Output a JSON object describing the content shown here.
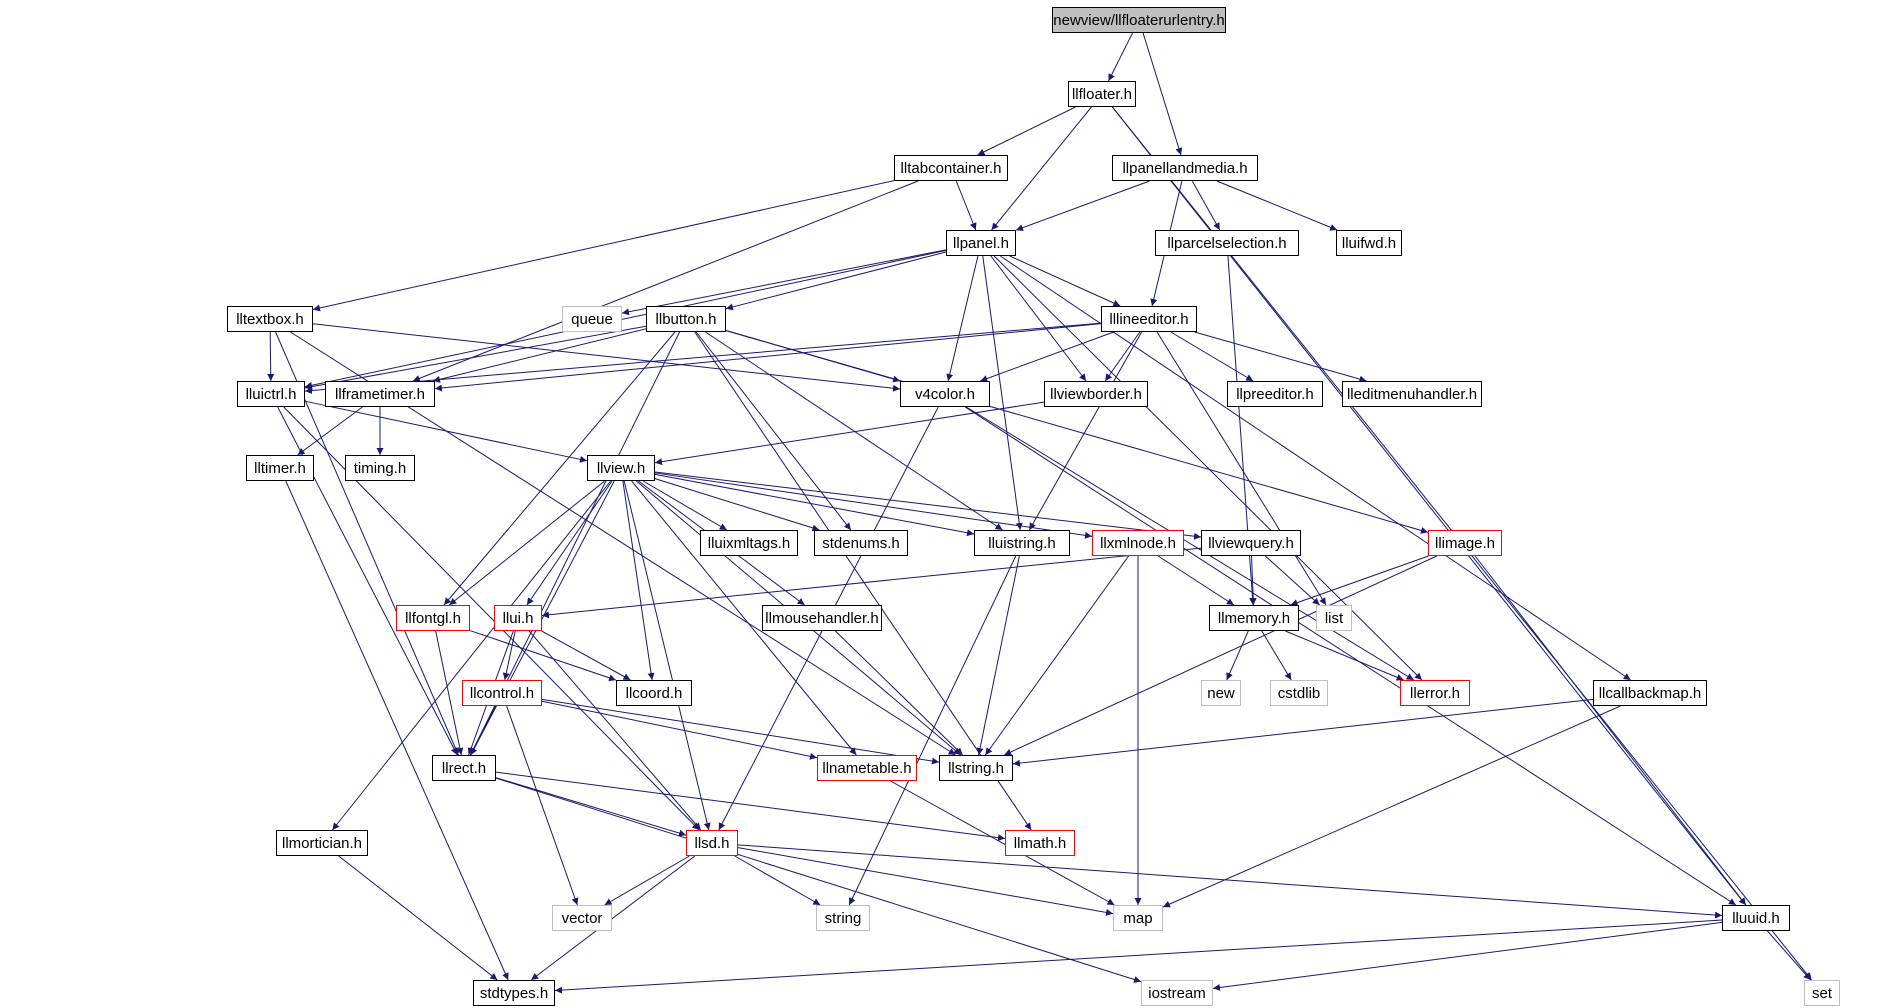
{
  "graph": {
    "edge_color": "#191970",
    "nodes": [
      {
        "id": "llfloaterurlentry",
        "label": "newview/llfloaterurlentry.h",
        "style": "root"
      },
      {
        "id": "llfloater",
        "label": "llfloater.h",
        "style": "black"
      },
      {
        "id": "lltabcontainer",
        "label": "lltabcontainer.h",
        "style": "black"
      },
      {
        "id": "llpanellandmedia",
        "label": "llpanellandmedia.h",
        "style": "black"
      },
      {
        "id": "llpanel",
        "label": "llpanel.h",
        "style": "black"
      },
      {
        "id": "llparcelselection",
        "label": "llparcelselection.h",
        "style": "black"
      },
      {
        "id": "lluifwd",
        "label": "lluifwd.h",
        "style": "black"
      },
      {
        "id": "lltextbox",
        "label": "lltextbox.h",
        "style": "black"
      },
      {
        "id": "queue",
        "label": "queue",
        "style": "gray"
      },
      {
        "id": "llbutton",
        "label": "llbutton.h",
        "style": "black"
      },
      {
        "id": "lllineeditor",
        "label": "lllineeditor.h",
        "style": "black"
      },
      {
        "id": "lluictrl",
        "label": "lluictrl.h",
        "style": "black"
      },
      {
        "id": "llframetimer",
        "label": "llframetimer.h",
        "style": "black"
      },
      {
        "id": "v4color",
        "label": "v4color.h",
        "style": "black"
      },
      {
        "id": "llviewborder",
        "label": "llviewborder.h",
        "style": "black"
      },
      {
        "id": "llpreeditor",
        "label": "llpreeditor.h",
        "style": "black"
      },
      {
        "id": "lleditmenuhandler",
        "label": "lleditmenuhandler.h",
        "style": "black"
      },
      {
        "id": "lltimer",
        "label": "lltimer.h",
        "style": "black"
      },
      {
        "id": "timing",
        "label": "timing.h",
        "style": "black"
      },
      {
        "id": "llview",
        "label": "llview.h",
        "style": "black"
      },
      {
        "id": "lluixmltags",
        "label": "lluixmltags.h",
        "style": "black"
      },
      {
        "id": "stdenums",
        "label": "stdenums.h",
        "style": "black"
      },
      {
        "id": "lluistring",
        "label": "lluistring.h",
        "style": "black"
      },
      {
        "id": "llxmlnode",
        "label": "llxmlnode.h",
        "style": "red"
      },
      {
        "id": "llviewquery",
        "label": "llviewquery.h",
        "style": "black"
      },
      {
        "id": "llimage",
        "label": "llimage.h",
        "style": "red"
      },
      {
        "id": "llfontgl",
        "label": "llfontgl.h",
        "style": "red"
      },
      {
        "id": "llui",
        "label": "llui.h",
        "style": "red"
      },
      {
        "id": "llmousehandler",
        "label": "llmousehandler.h",
        "style": "black"
      },
      {
        "id": "llmemory",
        "label": "llmemory.h",
        "style": "black"
      },
      {
        "id": "list",
        "label": "list",
        "style": "gray"
      },
      {
        "id": "llcontrol",
        "label": "llcontrol.h",
        "style": "red"
      },
      {
        "id": "llcoord",
        "label": "llcoord.h",
        "style": "black"
      },
      {
        "id": "new",
        "label": "new",
        "style": "gray"
      },
      {
        "id": "cstdlib",
        "label": "cstdlib",
        "style": "gray"
      },
      {
        "id": "llerror",
        "label": "llerror.h",
        "style": "red"
      },
      {
        "id": "llcallbackmap",
        "label": "llcallbackmap.h",
        "style": "black"
      },
      {
        "id": "llrect",
        "label": "llrect.h",
        "style": "black"
      },
      {
        "id": "llnametable",
        "label": "llnametable.h",
        "style": "red"
      },
      {
        "id": "llstring",
        "label": "llstring.h",
        "style": "black"
      },
      {
        "id": "llmortician",
        "label": "llmortician.h",
        "style": "black"
      },
      {
        "id": "llsd",
        "label": "llsd.h",
        "style": "red"
      },
      {
        "id": "llmath",
        "label": "llmath.h",
        "style": "red"
      },
      {
        "id": "vector",
        "label": "vector",
        "style": "gray"
      },
      {
        "id": "string",
        "label": "string",
        "style": "gray"
      },
      {
        "id": "map",
        "label": "map",
        "style": "gray"
      },
      {
        "id": "lluuid",
        "label": "lluuid.h",
        "style": "black"
      },
      {
        "id": "stdtypes",
        "label": "stdtypes.h",
        "style": "black"
      },
      {
        "id": "iostream",
        "label": "iostream",
        "style": "gray"
      },
      {
        "id": "set",
        "label": "set",
        "style": "gray"
      }
    ],
    "edges": [
      [
        "llfloaterurlentry",
        "llfloater"
      ],
      [
        "llfloaterurlentry",
        "llpanellandmedia"
      ],
      [
        "llfloater",
        "lltabcontainer"
      ],
      [
        "llfloater",
        "llpanel"
      ],
      [
        "llfloater",
        "lluuid"
      ],
      [
        "llfloater",
        "set"
      ],
      [
        "lltabcontainer",
        "llpanel"
      ],
      [
        "lltabcontainer",
        "lltextbox"
      ],
      [
        "lltabcontainer",
        "llframetimer"
      ],
      [
        "llpanellandmedia",
        "llpanel"
      ],
      [
        "llpanellandmedia",
        "llparcelselection"
      ],
      [
        "llpanellandmedia",
        "lluifwd"
      ],
      [
        "llpanellandmedia",
        "lllineeditor"
      ],
      [
        "llparcelselection",
        "llmemory"
      ],
      [
        "llpanel",
        "queue"
      ],
      [
        "llpanel",
        "llbutton"
      ],
      [
        "llpanel",
        "lllineeditor"
      ],
      [
        "llpanel",
        "lluictrl"
      ],
      [
        "llpanel",
        "v4color"
      ],
      [
        "llpanel",
        "llviewborder"
      ],
      [
        "llpanel",
        "lluistring"
      ],
      [
        "llpanel",
        "llcallbackmap"
      ],
      [
        "llpanel",
        "llerror"
      ],
      [
        "lltextbox",
        "lluictrl"
      ],
      [
        "lltextbox",
        "v4color"
      ],
      [
        "lltextbox",
        "llrect"
      ],
      [
        "lltextbox",
        "llstring"
      ],
      [
        "llbutton",
        "lluictrl"
      ],
      [
        "llbutton",
        "llframetimer"
      ],
      [
        "llbutton",
        "v4color"
      ],
      [
        "llbutton",
        "llfontgl"
      ],
      [
        "llbutton",
        "stdenums"
      ],
      [
        "llbutton",
        "llrect"
      ],
      [
        "llbutton",
        "llimage"
      ],
      [
        "llbutton",
        "lluistring"
      ],
      [
        "llbutton",
        "llmath"
      ],
      [
        "lllineeditor",
        "lluictrl"
      ],
      [
        "lllineeditor",
        "llframetimer"
      ],
      [
        "lllineeditor",
        "v4color"
      ],
      [
        "lllineeditor",
        "llviewborder"
      ],
      [
        "lllineeditor",
        "llpreeditor"
      ],
      [
        "lllineeditor",
        "lleditmenuhandler"
      ],
      [
        "lllineeditor",
        "lluistring"
      ],
      [
        "lllineeditor",
        "list"
      ],
      [
        "lluictrl",
        "llview"
      ],
      [
        "lluictrl",
        "llrect"
      ],
      [
        "lluictrl",
        "llsd"
      ],
      [
        "llframetimer",
        "lltimer"
      ],
      [
        "llframetimer",
        "timing"
      ],
      [
        "lltimer",
        "stdtypes"
      ],
      [
        "v4color",
        "lluuid"
      ],
      [
        "v4color",
        "llerror"
      ],
      [
        "v4color",
        "llsd"
      ],
      [
        "llviewborder",
        "llview"
      ],
      [
        "llview",
        "lluixmltags"
      ],
      [
        "llview",
        "stdenums"
      ],
      [
        "llview",
        "lluistring"
      ],
      [
        "llview",
        "llxmlnode"
      ],
      [
        "llview",
        "llviewquery"
      ],
      [
        "llview",
        "llfontgl"
      ],
      [
        "llview",
        "llui"
      ],
      [
        "llview",
        "llmousehandler"
      ],
      [
        "llview",
        "llcoord"
      ],
      [
        "llview",
        "llrect"
      ],
      [
        "llview",
        "llnametable"
      ],
      [
        "llview",
        "llstring"
      ],
      [
        "llview",
        "llsd"
      ],
      [
        "llview",
        "llmortician"
      ],
      [
        "lluistring",
        "llstring"
      ],
      [
        "lluistring",
        "string"
      ],
      [
        "llxmlnode",
        "llmemory"
      ],
      [
        "llxmlnode",
        "llstring"
      ],
      [
        "llxmlnode",
        "map"
      ],
      [
        "llviewquery",
        "llmemory"
      ],
      [
        "llviewquery",
        "list"
      ],
      [
        "llviewquery",
        "llui"
      ],
      [
        "llimage",
        "llmemory"
      ],
      [
        "llimage",
        "llstring"
      ],
      [
        "llimage",
        "lluuid"
      ],
      [
        "llfontgl",
        "llcoord"
      ],
      [
        "llfontgl",
        "llrect"
      ],
      [
        "llui",
        "llcontrol"
      ],
      [
        "llui",
        "llcoord"
      ],
      [
        "llui",
        "llrect"
      ],
      [
        "llui",
        "llsd"
      ],
      [
        "llmousehandler",
        "llstring"
      ],
      [
        "llmemory",
        "new"
      ],
      [
        "llmemory",
        "cstdlib"
      ],
      [
        "llmemory",
        "llerror"
      ],
      [
        "llcontrol",
        "llrect"
      ],
      [
        "llcontrol",
        "llnametable"
      ],
      [
        "llcontrol",
        "llstring"
      ],
      [
        "llcontrol",
        "vector"
      ],
      [
        "llcallbackmap",
        "llstring"
      ],
      [
        "llcallbackmap",
        "map"
      ],
      [
        "llrect",
        "llsd"
      ],
      [
        "llrect",
        "llmath"
      ],
      [
        "llrect",
        "iostream"
      ],
      [
        "llnametable",
        "map"
      ],
      [
        "llmortician",
        "stdtypes"
      ],
      [
        "llsd",
        "vector"
      ],
      [
        "llsd",
        "string"
      ],
      [
        "llsd",
        "map"
      ],
      [
        "llsd",
        "lluuid"
      ],
      [
        "llsd",
        "stdtypes"
      ],
      [
        "lluuid",
        "stdtypes"
      ],
      [
        "lluuid",
        "iostream"
      ],
      [
        "lluuid",
        "set"
      ]
    ]
  }
}
